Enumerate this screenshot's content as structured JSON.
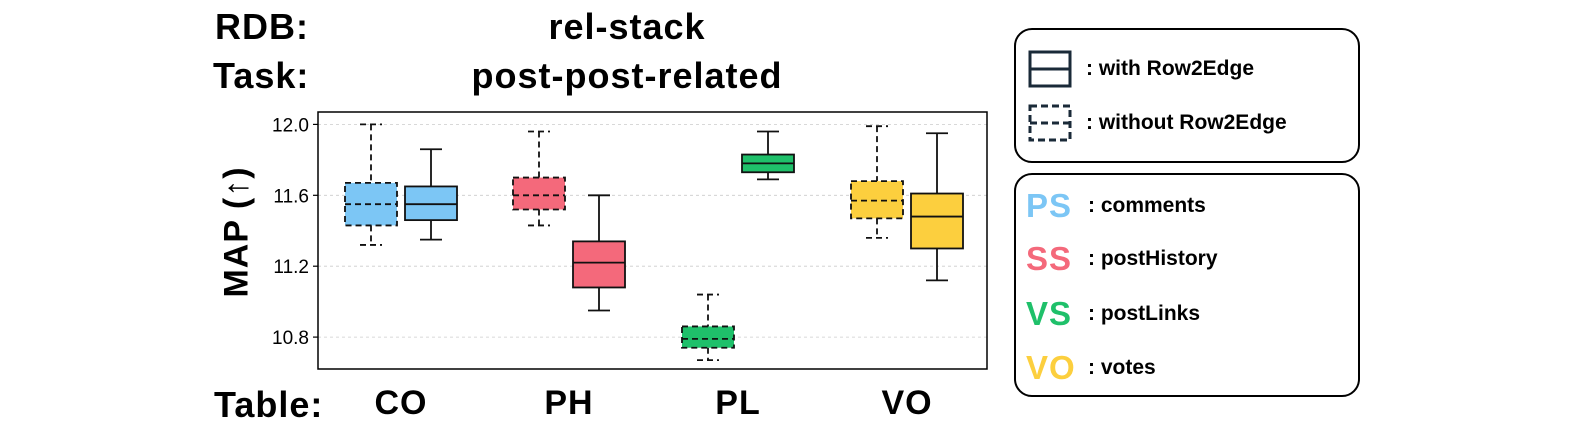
{
  "header": {
    "rdb_label": "RDB:",
    "rdb_value": "rel-stack",
    "task_label": "Task:",
    "task_value": "post-post-related"
  },
  "footer": {
    "table_label": "Table:"
  },
  "legend_style": {
    "with_label": ": with Row2Edge",
    "without_label": ": without Row2Edge"
  },
  "legend_tables": [
    {
      "abbr": "PS",
      "label": ": comments",
      "color": "#7cc6f5"
    },
    {
      "abbr": "SS",
      "label": ": postHistory",
      "color": "#f4697b"
    },
    {
      "abbr": "VS",
      "label": ": postLinks",
      "color": "#1fc06a"
    },
    {
      "abbr": "VO",
      "label": ": votes",
      "color": "#fccf3e"
    }
  ],
  "chart_data": {
    "type": "box",
    "ylabel": "MAP (↑)",
    "ylim": [
      10.62,
      12.07
    ],
    "yticks": [
      10.8,
      11.2,
      11.6,
      12.0
    ],
    "ytick_labels": [
      "10.8",
      "11.2",
      "11.6",
      "12.0"
    ],
    "grid": true,
    "categories": [
      "CO",
      "PH",
      "PL",
      "VO"
    ],
    "category_colors": [
      "#7cc6f5",
      "#f4697b",
      "#1fc06a",
      "#fccf3e"
    ],
    "series": [
      {
        "name": "without Row2Edge",
        "line_style": "dashed",
        "boxes": [
          {
            "category": "CO",
            "min": 11.32,
            "q1": 11.43,
            "median": 11.55,
            "q3": 11.67,
            "max": 12.0
          },
          {
            "category": "PH",
            "min": 11.43,
            "q1": 11.52,
            "median": 11.6,
            "q3": 11.7,
            "max": 11.96
          },
          {
            "category": "PL",
            "min": 10.67,
            "q1": 10.74,
            "median": 10.79,
            "q3": 10.86,
            "max": 11.04
          },
          {
            "category": "VO",
            "min": 11.36,
            "q1": 11.47,
            "median": 11.57,
            "q3": 11.68,
            "max": 11.99
          }
        ]
      },
      {
        "name": "with Row2Edge",
        "line_style": "solid",
        "boxes": [
          {
            "category": "CO",
            "min": 11.35,
            "q1": 11.46,
            "median": 11.55,
            "q3": 11.65,
            "max": 11.86
          },
          {
            "category": "PH",
            "min": 10.95,
            "q1": 11.08,
            "median": 11.22,
            "q3": 11.34,
            "max": 11.6
          },
          {
            "category": "PL",
            "min": 11.69,
            "q1": 11.73,
            "median": 11.78,
            "q3": 11.83,
            "max": 11.96
          },
          {
            "category": "VO",
            "min": 11.12,
            "q1": 11.3,
            "median": 11.48,
            "q3": 11.61,
            "max": 11.95
          }
        ]
      }
    ]
  }
}
